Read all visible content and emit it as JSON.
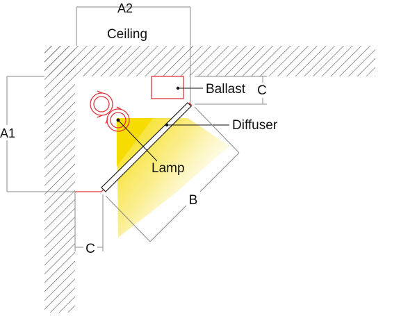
{
  "labels": {
    "ceiling": "Ceiling",
    "ballast": "Ballast",
    "diffuser": "Diffuser",
    "lamp": "Lamp"
  },
  "dimensions": {
    "a1": "A1",
    "a2": "A2",
    "b": "B",
    "c_top": "C",
    "c_bottom": "C"
  },
  "colors": {
    "hatch": "#555555",
    "outline": "#e0343a",
    "light": "#f7e02a",
    "dimension": "#8a8a8a"
  }
}
